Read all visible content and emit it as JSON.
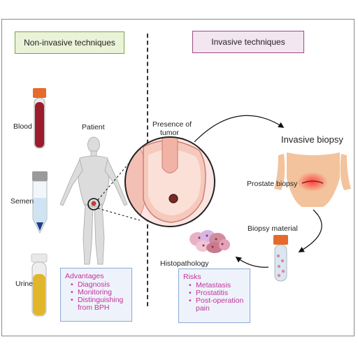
{
  "headers": {
    "left": "Non-invasive techniques",
    "right": "Invasive techniques"
  },
  "samples": {
    "blood": "Blood",
    "semen": "Semen",
    "urine": "Urine"
  },
  "patient_label": "Patient",
  "tumor_label_line1": "Presence of",
  "tumor_label_line2": "tumor",
  "invasive_biopsy_label": "Invasive biopsy",
  "prostate_biopsy_label": "Prostate biopsy",
  "biopsy_material_label": "Biopsy material",
  "histopathology_label": "Histopathology",
  "advantages": {
    "title": "Advantages",
    "items": [
      "Diagnosis",
      "Monitoring",
      "Distinguishing",
      "from BPH"
    ]
  },
  "risks": {
    "title": "Risks",
    "items": [
      "Metastasis",
      "Prostatitis",
      "Post-operation",
      "pain"
    ]
  },
  "colors": {
    "non_invasive_fill": "#eaf2d8",
    "non_invasive_border": "#7da24a",
    "invasive_fill": "#f3e6f0",
    "invasive_border": "#9c4a86",
    "box_text": "#c2339a",
    "blood": "#9b1c2a",
    "urine": "#e2b62a",
    "tube_cap": "#e66a2c"
  }
}
